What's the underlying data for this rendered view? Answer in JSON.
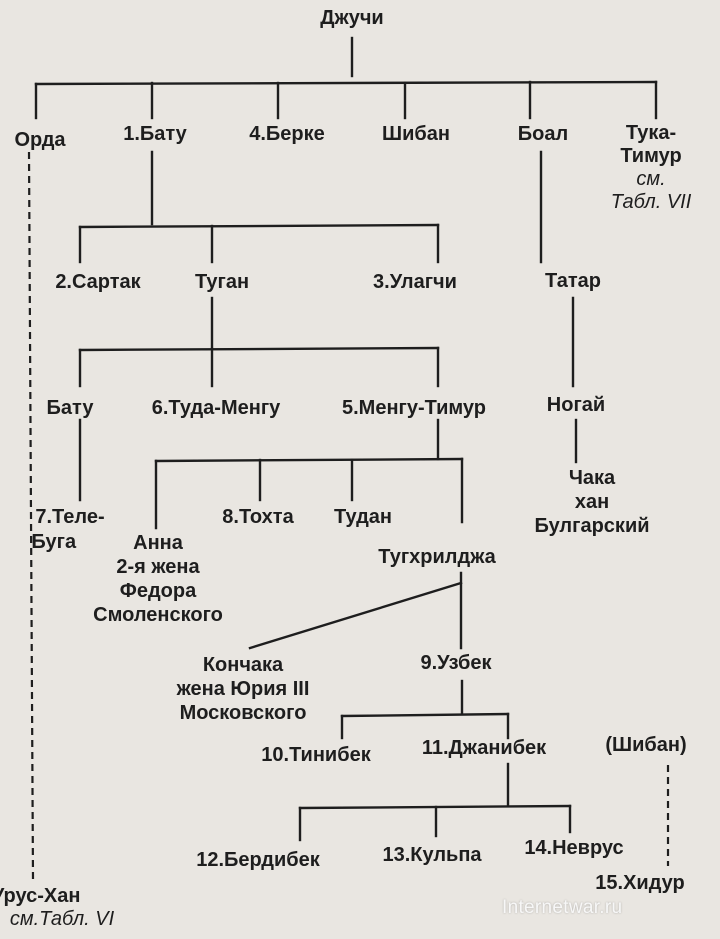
{
  "nodes": {
    "jochi": "Джучи",
    "orda": "Орда",
    "batu1": "1.Бату",
    "berke": "4.Берке",
    "shiban": "Шибан",
    "boal": "Боал",
    "tuka_1": "Тука-",
    "tuka_2": "Тимур",
    "tuka_3": "см.",
    "tuka_4": "Табл. VII",
    "sartak": "2.Сартак",
    "tugan": "Туган",
    "ulagchi": "3.Улагчи",
    "tatar": "Татар",
    "batu2": "Бату",
    "tuda": "6.Туда-Менгу",
    "mengu": "5.Менгу-Тимур",
    "nogai": "Ногай",
    "tele_1": "7.Теле-",
    "tele_2": "Буга",
    "tokhta": "8.Тохта",
    "tudan": "Тудан",
    "chaka_1": "Чака",
    "chaka_2": "хан",
    "chaka_3": "Булгарский",
    "anna_1": "Анна",
    "anna_2": "2-я жена",
    "anna_3": "Федора",
    "anna_4": "Смоленского",
    "tugh": "Тугхрилджа",
    "konch_1": "Кончака",
    "konch_2": "жена Юрия III",
    "konch_3": "Московского",
    "uzbek": "9.Узбек",
    "tinibek": "10.Тинибек",
    "janibek": "11.Джанибек",
    "shiban2": "(Шибан)",
    "berdibek": "12.Бердибек",
    "kulpa": "13.Кульпа",
    "nevrus": "14.Неврус",
    "khidur": "15.Хидур",
    "urus_1": "Урус-Хан",
    "urus_2": "см.Табл. VI"
  },
  "watermark": "Internetwar.ru"
}
